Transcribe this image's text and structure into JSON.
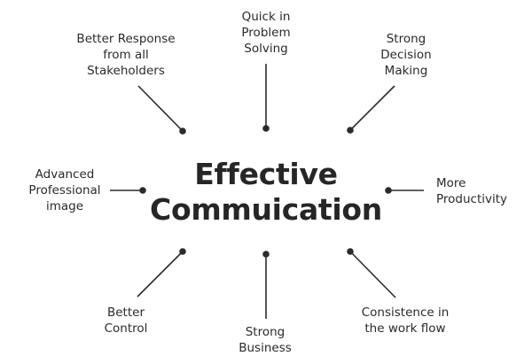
{
  "center": {
    "line1": "Effective",
    "line2": "Commuication"
  },
  "nodes": {
    "top": {
      "line1": "Quick in",
      "line2": "Problem",
      "line3": "Solving"
    },
    "top_left": {
      "line1": "Better Response",
      "line2": "from all",
      "line3": "Stakeholders"
    },
    "top_right": {
      "line1": "Strong",
      "line2": "Decision",
      "line3": "Making"
    },
    "left": {
      "line1": "Advanced",
      "line2": "Professional",
      "line3": "image"
    },
    "right": {
      "line1": "More",
      "line2": "Productivity"
    },
    "bot_left": {
      "line1": "Better",
      "line2": "Control"
    },
    "bot": {
      "line1": "Strong",
      "line2": "Business"
    },
    "bot_right": {
      "line1": "Consistence in",
      "line2": "the work flow"
    }
  },
  "colors": {
    "line": "#2b2b2b",
    "text": "#2a2a2a"
  }
}
